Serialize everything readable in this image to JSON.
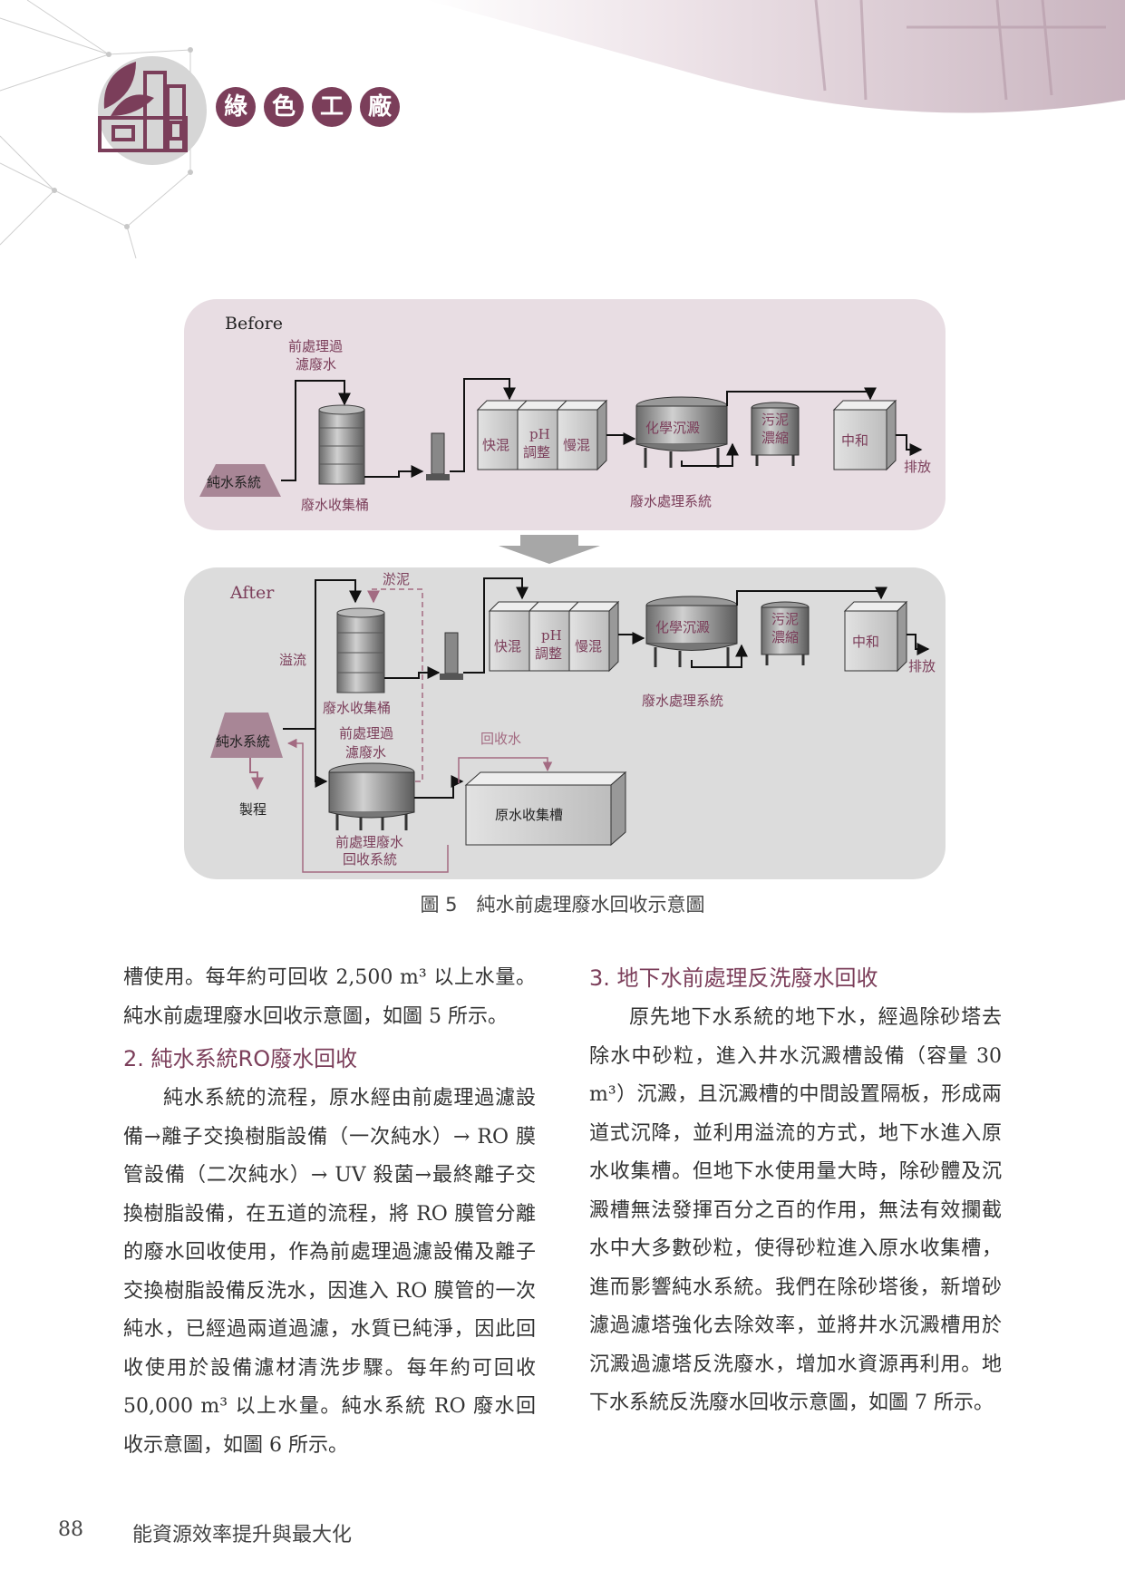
{
  "header": {
    "badges": [
      "綠",
      "色",
      "工",
      "廠"
    ],
    "colors": {
      "accent": "#7b3e5a",
      "panel_before": "#e8dde3",
      "panel_after": "#dcdcdc",
      "dark_red": "#7b3e5a"
    }
  },
  "figure": {
    "before": {
      "title": "Before",
      "pretreat_label_1": "前處理過",
      "pretreat_label_2": "濾廢水",
      "pure_water_system": "純水系統",
      "waste_tank_label": "廢水收集桶",
      "fast_mix": "快混",
      "ph_1": "pH",
      "ph_2": "調整",
      "slow_mix": "慢混",
      "chem_settle": "化學沉澱",
      "sludge_1": "污泥",
      "sludge_2": "濃縮",
      "neutralize": "中和",
      "discharge": "排放",
      "treatment_system": "廢水處理系統"
    },
    "after": {
      "title": "After",
      "silt": "淤泥",
      "overflow": "溢流",
      "waste_tank_label": "廢水收集桶",
      "pretreat_label_1": "前處理過",
      "pretreat_label_2": "濾廢水",
      "pure_water_system": "純水系統",
      "process": "製程",
      "recycled_water": "回收水",
      "raw_water_tank": "原水收集槽",
      "recovery_label_1": "前處理廢水",
      "recovery_label_2": "回收系統",
      "fast_mix": "快混",
      "ph_1": "pH",
      "ph_2": "調整",
      "slow_mix": "慢混",
      "chem_settle": "化學沉澱",
      "sludge_1": "污泥",
      "sludge_2": "濃縮",
      "neutralize": "中和",
      "discharge": "排放",
      "treatment_system": "廢水處理系統"
    },
    "caption": "圖 5　純水前處理廢水回收示意圖"
  },
  "left_column": {
    "p1": "槽使用。每年約可回收 2,500 m³ 以上水量。純水前處理廢水回收示意圖，如圖 5 所示。",
    "h2": "2. 純水系統RO廢水回收",
    "p2": "純水系統的流程，原水經由前處理過濾設備→離子交換樹脂設備（一次純水）→ RO 膜管設備（二次純水）→ UV 殺菌→最終離子交換樹脂設備，在五道的流程，將 RO 膜管分離的廢水回收使用，作為前處理過濾設備及離子交換樹脂設備反洗水，因進入 RO 膜管的一次純水，已經過兩道過濾，水質已純淨，因此回收使用於設備濾材清洗步驟。每年約可回收 50,000 m³ 以上水量。純水系統 RO 廢水回收示意圖，如圖 6 所示。"
  },
  "right_column": {
    "h3": "3. 地下水前處理反洗廢水回收",
    "p3": "原先地下水系統的地下水，經過除砂塔去除水中砂粒，進入井水沉澱槽設備（容量 30 m³）沉澱，且沉澱槽的中間設置隔板，形成兩道式沉降，並利用溢流的方式，地下水進入原水收集槽。但地下水使用量大時，除砂體及沉澱槽無法發揮百分之百的作用，無法有效攔截水中大多數砂粒，使得砂粒進入原水收集槽，進而影響純水系統。我們在除砂塔後，新增砂濾過濾塔強化去除效率，並將井水沉澱槽用於沉澱過濾塔反洗廢水，增加水資源再利用。地下水系統反洗廢水回收示意圖，如圖 7 所示。"
  },
  "footer": {
    "page_number": "88",
    "title": "能資源效率提升與最大化"
  }
}
